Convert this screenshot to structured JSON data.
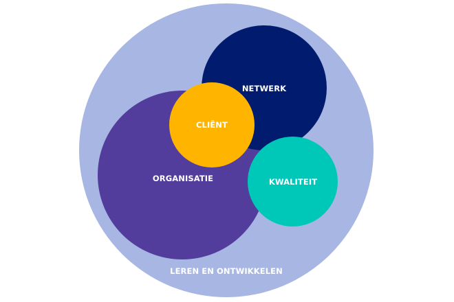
{
  "diagram": {
    "type": "nested-circles",
    "circles": {
      "outer": {
        "label": "LEREN EN ONTWIKKELEN",
        "color": "#a7b6e3"
      },
      "organisatie": {
        "label": "ORGANISATIE",
        "color": "#523d9d"
      },
      "netwerk": {
        "label": "NETWERK",
        "color": "#011c6f"
      },
      "kwaliteit": {
        "label": "KWALITEIT",
        "color": "#00c8b8"
      },
      "client": {
        "label": "CLIËNT",
        "color": "#ffb500"
      }
    },
    "label_color": "#ffffff"
  }
}
